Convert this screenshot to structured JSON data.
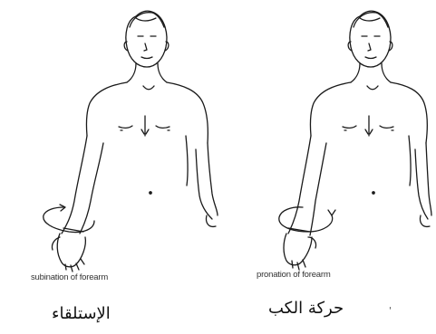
{
  "figures": [
    {
      "caption_en": "subination of forearm",
      "caption_ar": "الإستلقاء"
    },
    {
      "caption_en": "pronation of forearm",
      "caption_ar": "حركة الكب"
    }
  ],
  "stray_mark": "'",
  "colors": {
    "line": "#1a1a1a",
    "background": "#ffffff"
  }
}
